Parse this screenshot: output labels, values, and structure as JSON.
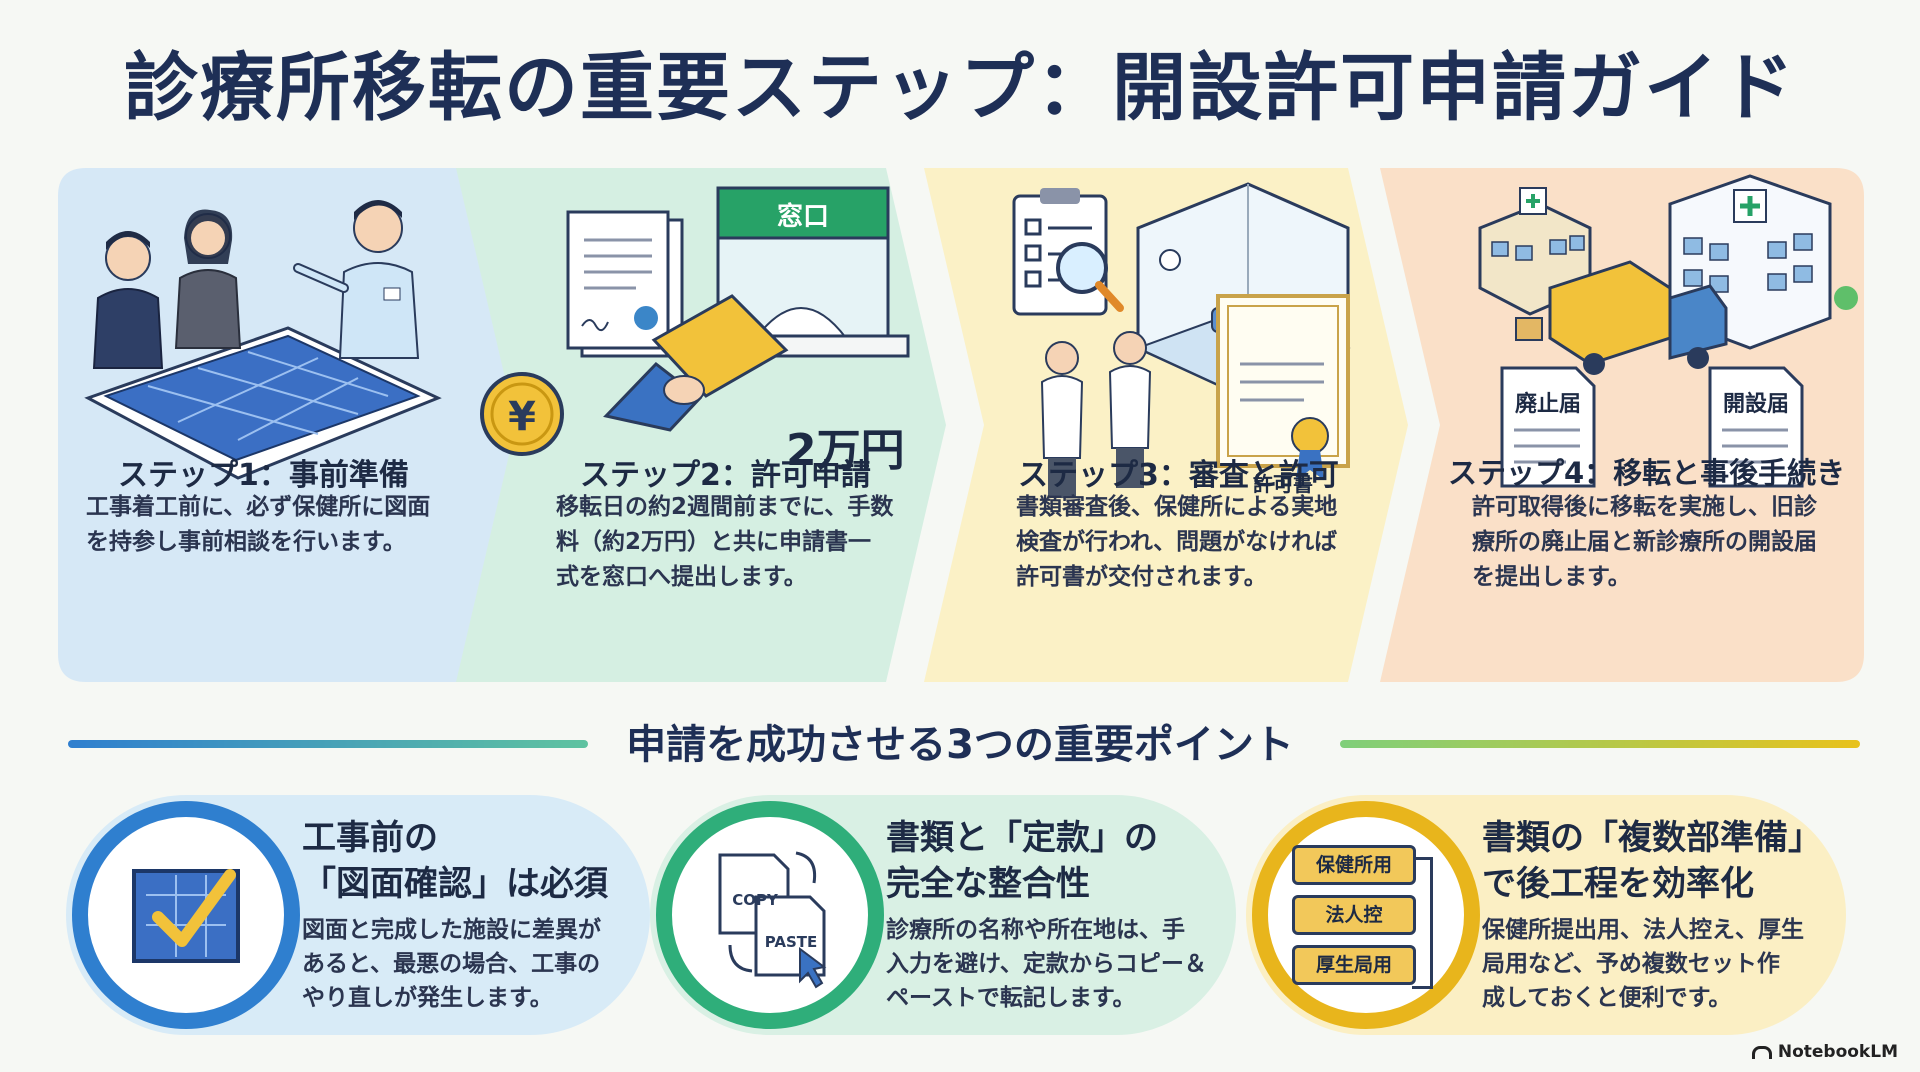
{
  "title": "診療所移転の重要ステップ：開設許可申請ガイド",
  "steps": [
    {
      "title": "ステップ1：事前準備",
      "lines": [
        "工事着工前に、必ず保健所に図面",
        "を持参し事前相談を行います。"
      ],
      "color": "#d6e8f6"
    },
    {
      "title": "ステップ2：許可申請",
      "lines": [
        "移転日の約2週間前までに、手数",
        "料（約2万円）と共に申請書一",
        "式を窓口へ提出します。"
      ],
      "color": "#d5efe2",
      "window_label": "窓口",
      "yen_symbol": "¥",
      "fee_label": "2万円"
    },
    {
      "title": "ステップ3：審査と許可",
      "lines": [
        "書類審査後、保健所による実地",
        "検査が行われ、問題がなければ",
        "許可書が交付されます。"
      ],
      "color": "#fbf1c6",
      "certificate_label": "許可書"
    },
    {
      "title": "ステップ4：移転と事後手続き",
      "lines": [
        "許可取得後に移転を実施し、旧診",
        "療所の廃止届と新診療所の開設届",
        "を提出します。"
      ],
      "color": "#fae0c8",
      "doc_labels": [
        "廃止届",
        "開設届"
      ]
    }
  ],
  "section_title": "申請を成功させる3つの重要ポイント",
  "points": [
    {
      "title_lines": [
        "工事前の",
        "「図面確認」は必須"
      ],
      "lines": [
        "図面と完成した施設に差異が",
        "あると、最悪の場合、工事の",
        "やり直しが発生します。"
      ],
      "color": "#d8ebf7",
      "ring": "#2f7fcf"
    },
    {
      "title_lines": [
        "書類と「定款」の",
        "完全な整合性"
      ],
      "lines": [
        "診療所の名称や所在地は、手",
        "入力を避け、定款からコピー＆",
        "ペーストで転記します。"
      ],
      "color": "#d9f0e4",
      "ring": "#2fae7a",
      "copy_label": "COPY",
      "paste_label": "PASTE"
    },
    {
      "title_lines": [
        "書類の「複数部準備」",
        "で後工程を効率化"
      ],
      "lines": [
        "保健所提出用、法人控え、厚生",
        "局用など、予め複数セット作",
        "成しておくと便利です。"
      ],
      "color": "#fbefc4",
      "ring": "#e8b51c",
      "tags": [
        "保健所用",
        "法人控",
        "厚生局用"
      ]
    }
  ],
  "brand": "NotebookLM"
}
